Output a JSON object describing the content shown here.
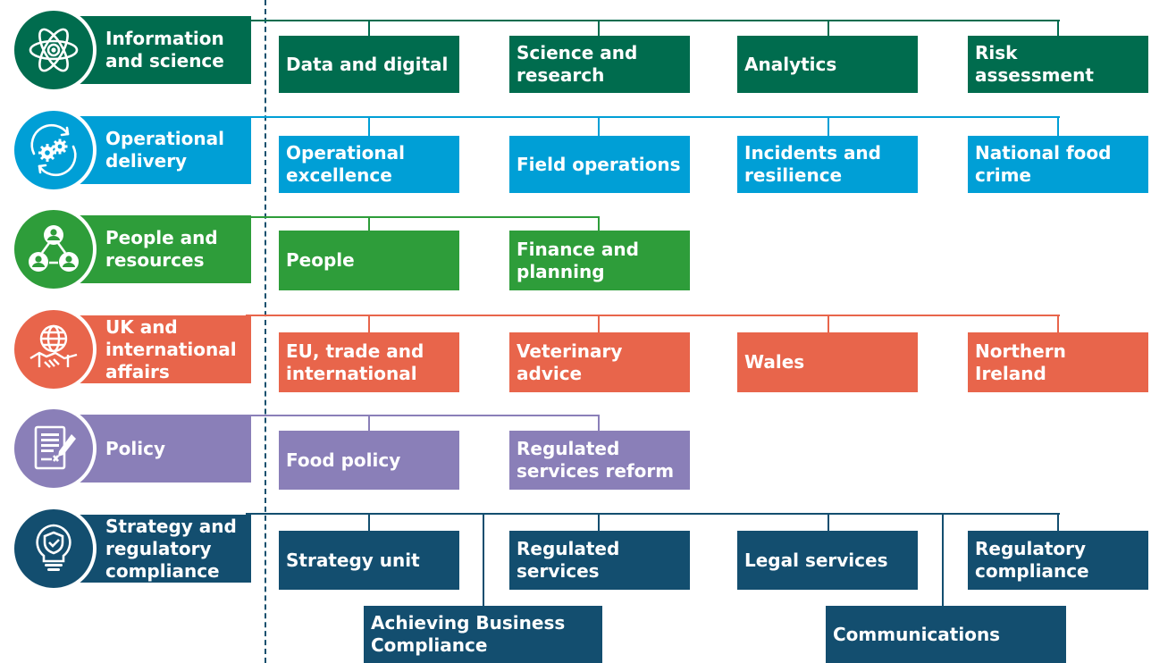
{
  "colors": {
    "information": "#006c4e",
    "operational": "#009fd6",
    "people": "#2e9d3a",
    "international": "#e8654b",
    "policy": "#8a7fb8",
    "strategy": "#134e6f"
  },
  "categories": [
    {
      "label": "Information\nand science",
      "icon": "atom-icon"
    },
    {
      "label": "Operational\ndelivery",
      "icon": "gears-cycle-icon"
    },
    {
      "label": "People and\nresources",
      "icon": "people-network-icon"
    },
    {
      "label": "UK and\ninternational\naffairs",
      "icon": "globe-handshake-icon"
    },
    {
      "label": "Policy",
      "icon": "document-pen-icon"
    },
    {
      "label": "Strategy and\nregulatory\ncompliance",
      "icon": "lightbulb-shield-icon"
    }
  ],
  "units": {
    "information": [
      "Data and digital",
      "Science and\nresearch",
      "Analytics",
      "Risk assessment"
    ],
    "operational": [
      "Operational\nexcellence",
      "Field operations",
      "Incidents and\nresilience",
      "National food\ncrime"
    ],
    "people": [
      "People",
      "Finance and\nplanning"
    ],
    "international": [
      "EU, trade and\ninternational",
      "Veterinary\nadvice",
      "Wales",
      "Northern Ireland"
    ],
    "policy": [
      "Food policy",
      "Regulated\nservices reform"
    ],
    "strategy": [
      "Strategy unit",
      "Regulated\nservices",
      "Legal services",
      "Regulatory\ncompliance",
      "Achieving Business\nCompliance",
      "Communications"
    ]
  }
}
